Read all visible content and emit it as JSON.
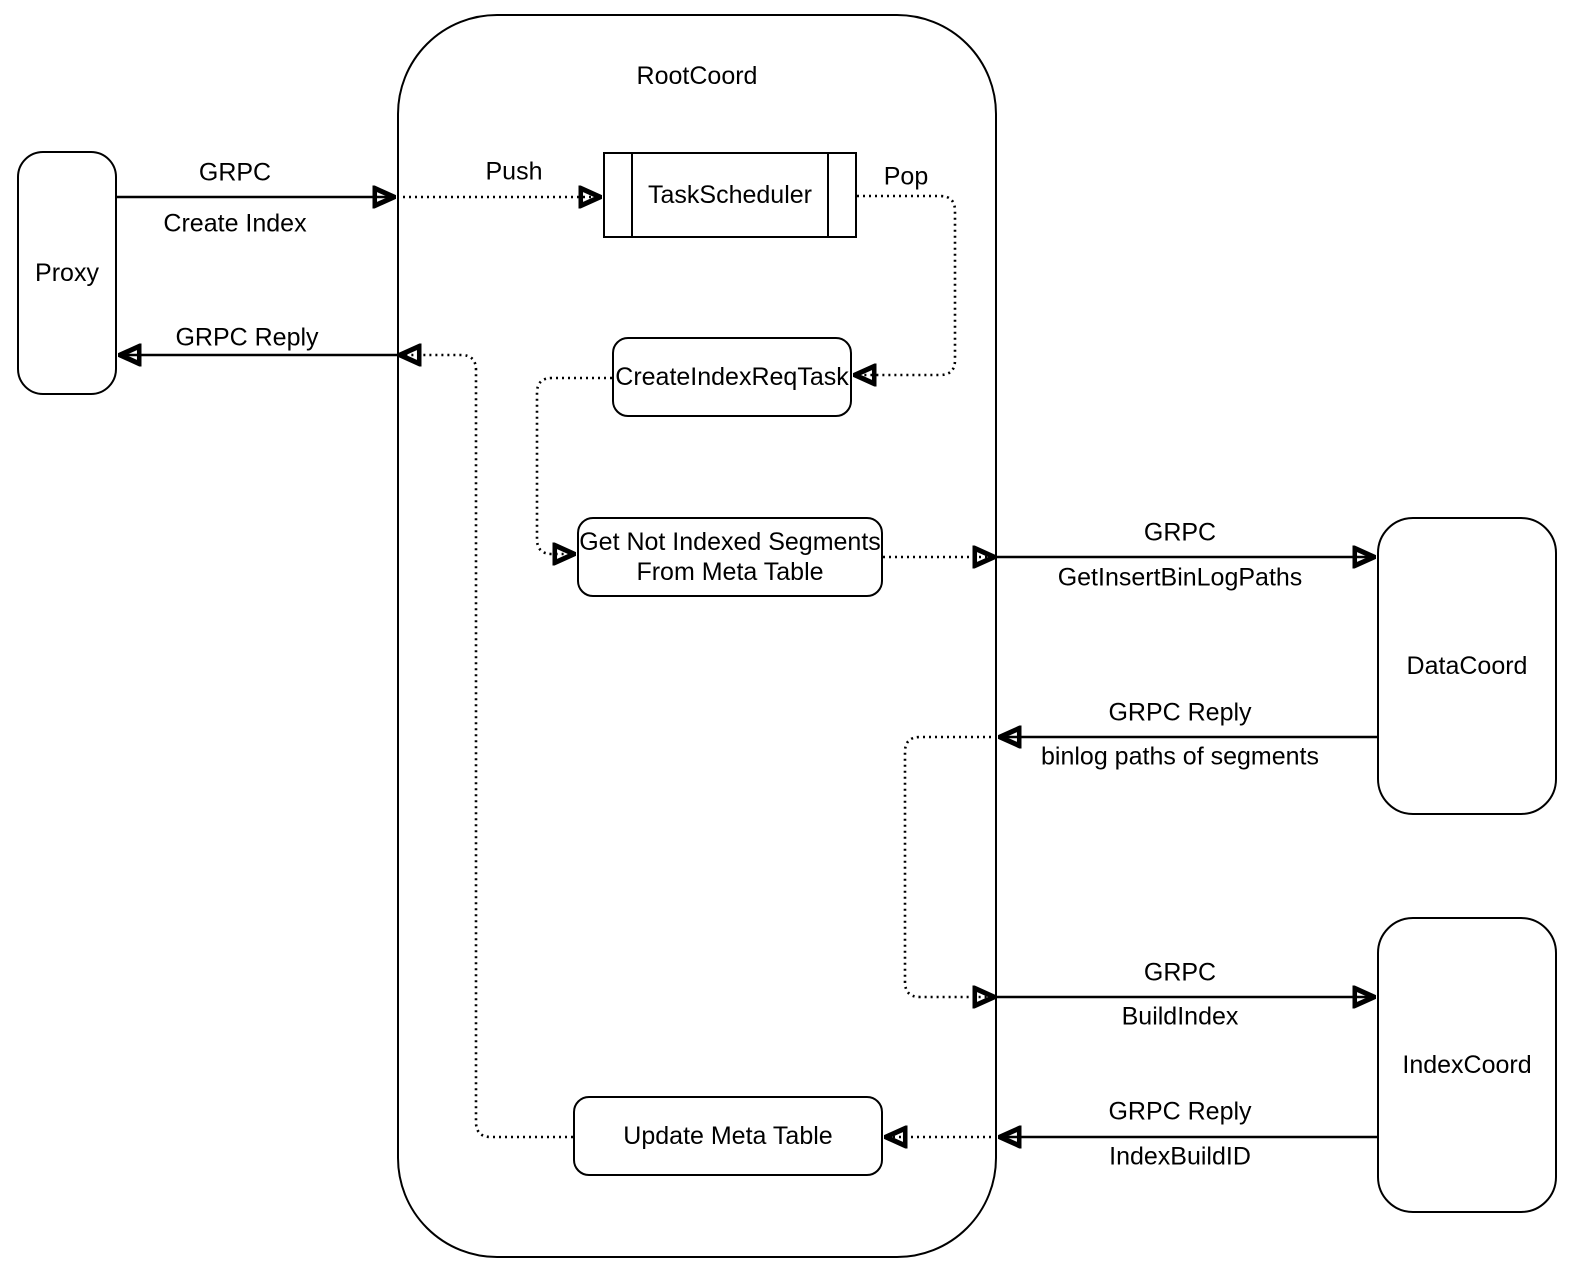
{
  "diagram": {
    "colors": {
      "background": "#ffffff",
      "stroke": "#000000",
      "text": "#000000"
    },
    "container": {
      "label": "RootCoord"
    },
    "nodes": {
      "proxy": {
        "label": "Proxy"
      },
      "task_scheduler": {
        "label": "TaskScheduler"
      },
      "create_index_req_task": {
        "label": "CreateIndexReqTask"
      },
      "get_not_indexed_segments": {
        "label_line1": "Get Not Indexed Segments",
        "label_line2": "From Meta Table"
      },
      "update_meta_table": {
        "label": "Update Meta Table"
      },
      "data_coord": {
        "label": "DataCoord"
      },
      "index_coord": {
        "label": "IndexCoord"
      }
    },
    "edges": {
      "grpc_create_index": {
        "l1": "GRPC",
        "l2": "Create Index"
      },
      "grpc_reply_to_proxy": {
        "l1": "GRPC Reply"
      },
      "push": {
        "l1": "Push"
      },
      "pop": {
        "l1": "Pop"
      },
      "grpc_get_insert_bin_log_paths": {
        "l1": "GRPC",
        "l2": "GetInsertBinLogPaths"
      },
      "grpc_reply_binlog_paths": {
        "l1": "GRPC Reply",
        "l2": "binlog paths of segments"
      },
      "grpc_build_index": {
        "l1": "GRPC",
        "l2": "BuildIndex"
      },
      "grpc_reply_index_build_id": {
        "l1": "GRPC Reply",
        "l2": "IndexBuildID"
      }
    }
  }
}
